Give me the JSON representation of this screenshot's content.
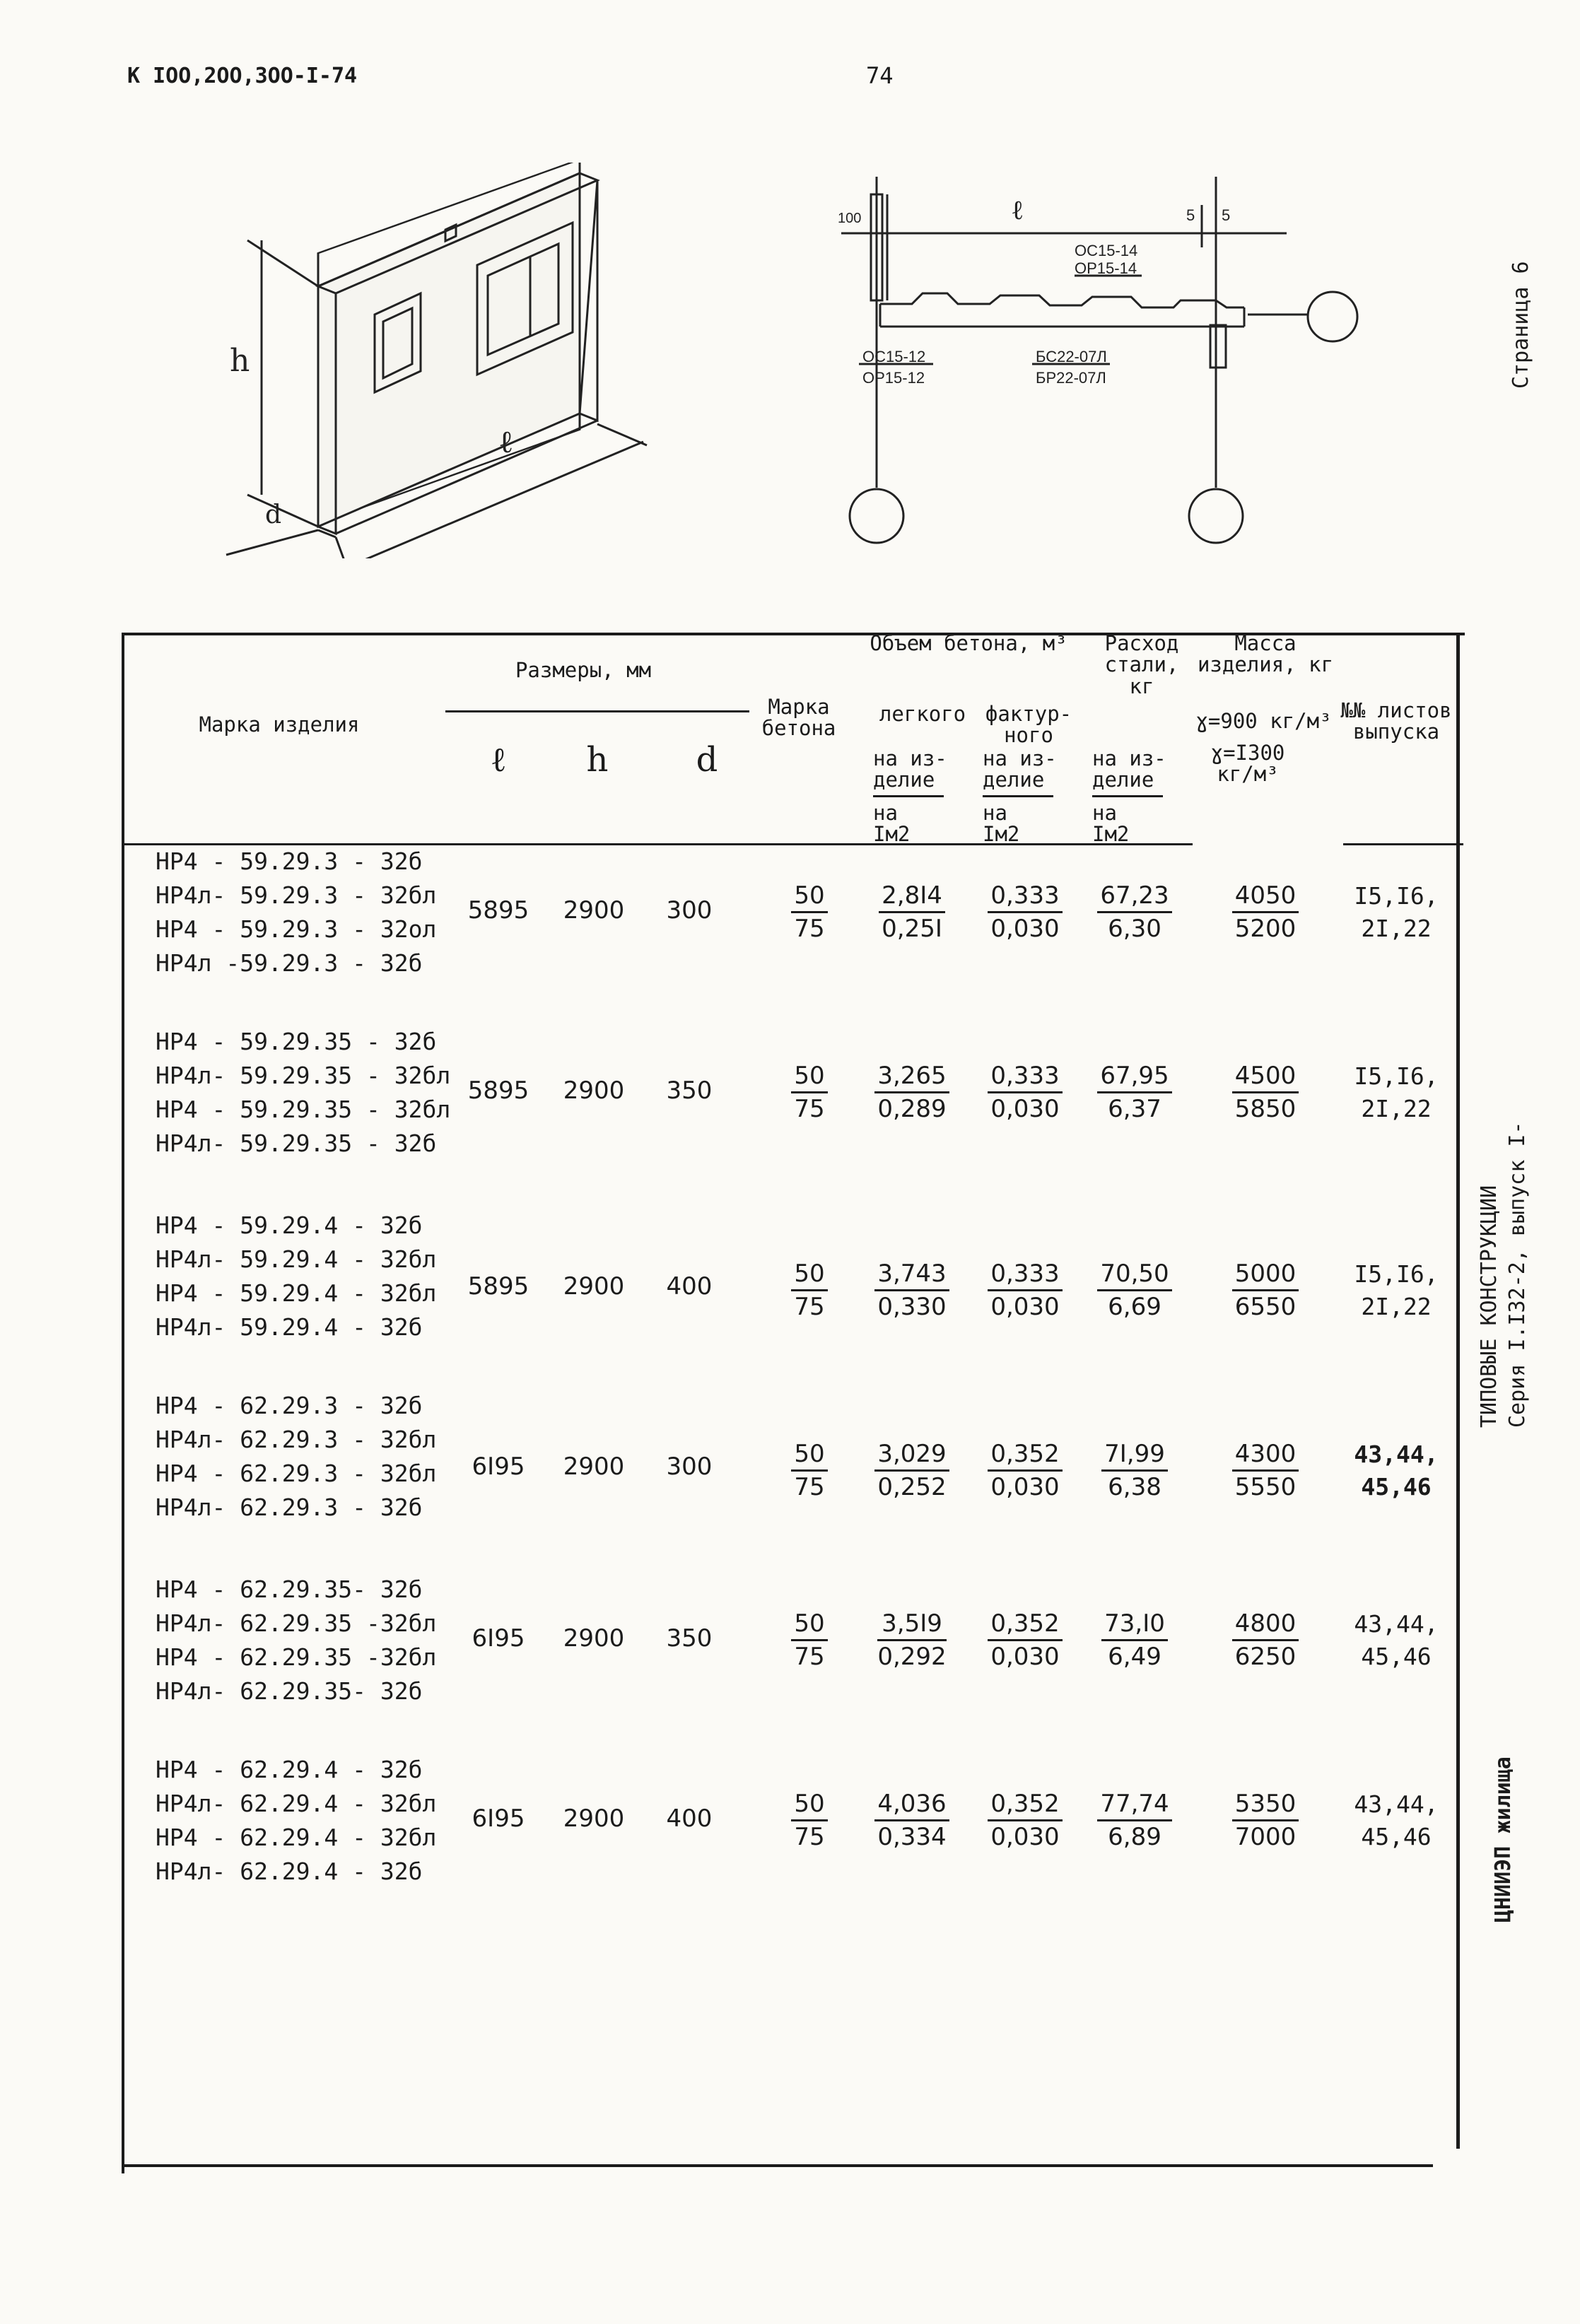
{
  "header": {
    "code": "К IОО,2ОО,3ОО-I-74",
    "page_number": "74"
  },
  "side": {
    "page_label": "Страница 6",
    "series_title": "ТИПОВЫЕ КОНСТРУКЦИИ",
    "series_line": "Серия I.I32-2, выпуск I-",
    "institute": "ЦНИИЭП жилища"
  },
  "drawing_left": {
    "h_label": "h",
    "l_label": "ℓ",
    "d_label": "d"
  },
  "drawing_right": {
    "dim_100": "100",
    "l_label": "ℓ",
    "dim_5a": "5",
    "dim_5b": "5",
    "oc_top": "ОС15-14",
    "op_top": "ОР15-14",
    "oc_bottom": "ОС15-12",
    "op_bottom": "ОР15-12",
    "bc": "БС22-07Л",
    "bp": "БР22-07Л"
  },
  "table": {
    "headers": {
      "mark": "Марка изделия",
      "dims": "Размеры, мм",
      "l": "ℓ",
      "h": "h",
      "d": "d",
      "concrete_grade": "Марка бетона",
      "volume": "Объем бетона, м³",
      "light": "легкого",
      "facing": "фактур-ного",
      "per_item": "на из-делие",
      "per_m2": "на Iм2",
      "steel": "Расход стали, кг",
      "mass": "Масса изделия, кг",
      "rho1": "ɣ=900 кг/м³",
      "rho2": "ɣ=I300 кг/м³",
      "sheets": "№№ листов выпуска"
    },
    "groups": [
      {
        "marks": [
          "НР4 - 59.29.3 - 32б",
          "НР4л- 59.29.3 - 32бл",
          "НР4 - 59.29.3 - 32ол",
          "НР4л -59.29.3 - 32б"
        ],
        "l": "5895",
        "h": "2900",
        "d": "300",
        "grade_top": "50",
        "grade_bottom": "75",
        "light_top": "2,8I4",
        "light_bottom": "0,25I",
        "facing_top": "0,333",
        "facing_bottom": "0,030",
        "steel_top": "67,23",
        "steel_bottom": "6,30",
        "mass_top": "4050",
        "mass_bottom": "5200",
        "sheets_1": "I5,I6,",
        "sheets_2": "2I,22"
      },
      {
        "marks": [
          "НР4 - 59.29.35 - 32б",
          "НР4л- 59.29.35 - 32бл",
          "НР4 - 59.29.35 - 32бл",
          "НР4л- 59.29.35 - 32б"
        ],
        "l": "5895",
        "h": "2900",
        "d": "350",
        "grade_top": "50",
        "grade_bottom": "75",
        "light_top": "3,265",
        "light_bottom": "0,289",
        "facing_top": "0,333",
        "facing_bottom": "0,030",
        "steel_top": "67,95",
        "steel_bottom": "6,37",
        "mass_top": "4500",
        "mass_bottom": "5850",
        "sheets_1": "I5,I6,",
        "sheets_2": "2I,22"
      },
      {
        "marks": [
          "НР4 - 59.29.4 - 32б",
          "НР4л- 59.29.4 - 32бл",
          "НР4 - 59.29.4 - 32бл",
          "НР4л- 59.29.4 - 32б"
        ],
        "l": "5895",
        "h": "2900",
        "d": "400",
        "grade_top": "50",
        "grade_bottom": "75",
        "light_top": "3,743",
        "light_bottom": "0,330",
        "facing_top": "0,333",
        "facing_bottom": "0,030",
        "steel_top": "70,50",
        "steel_bottom": "6,69",
        "mass_top": "5000",
        "mass_bottom": "6550",
        "sheets_1": "I5,I6,",
        "sheets_2": "2I,22"
      },
      {
        "marks": [
          "НР4 - 62.29.3 - 32б",
          "НР4л- 62.29.3 - 32бл",
          "НР4 - 62.29.3 - 32бл",
          "НР4л- 62.29.3 - 32б"
        ],
        "l": "6I95",
        "h": "2900",
        "d": "300",
        "grade_top": "50",
        "grade_bottom": "75",
        "light_top": "3,029",
        "light_bottom": "0,252",
        "facing_top": "0,352",
        "facing_bottom": "0,030",
        "steel_top": "7I,99",
        "steel_bottom": "6,38",
        "mass_top": "4300",
        "mass_bottom": "5550",
        "sheets_1": "43,44,",
        "sheets_2": "45,46"
      },
      {
        "marks": [
          "НР4 - 62.29.35- 32б",
          "НР4л- 62.29.35 -32бл",
          "НР4 - 62.29.35 -32бл",
          "НР4л- 62.29.35- 32б"
        ],
        "l": "6I95",
        "h": "2900",
        "d": "350",
        "grade_top": "50",
        "grade_bottom": "75",
        "light_top": "3,5I9",
        "light_bottom": "0,292",
        "facing_top": "0,352",
        "facing_bottom": "0,030",
        "steel_top": "73,I0",
        "steel_bottom": "6,49",
        "mass_top": "4800",
        "mass_bottom": "6250",
        "sheets_1": "43,44,",
        "sheets_2": "45,46"
      },
      {
        "marks": [
          "НР4 - 62.29.4 - 32б",
          "НР4л- 62.29.4 - 32бл",
          "НР4 - 62.29.4 - 32бл",
          "НР4л- 62.29.4 - 32б"
        ],
        "l": "6I95",
        "h": "2900",
        "d": "400",
        "grade_top": "50",
        "grade_bottom": "75",
        "light_top": "4,036",
        "light_bottom": "0,334",
        "facing_top": "0,352",
        "facing_bottom": "0,030",
        "steel_top": "77,74",
        "steel_bottom": "6,89",
        "mass_top": "5350",
        "mass_bottom": "7000",
        "sheets_1": "43,44,",
        "sheets_2": "45,46"
      }
    ]
  }
}
